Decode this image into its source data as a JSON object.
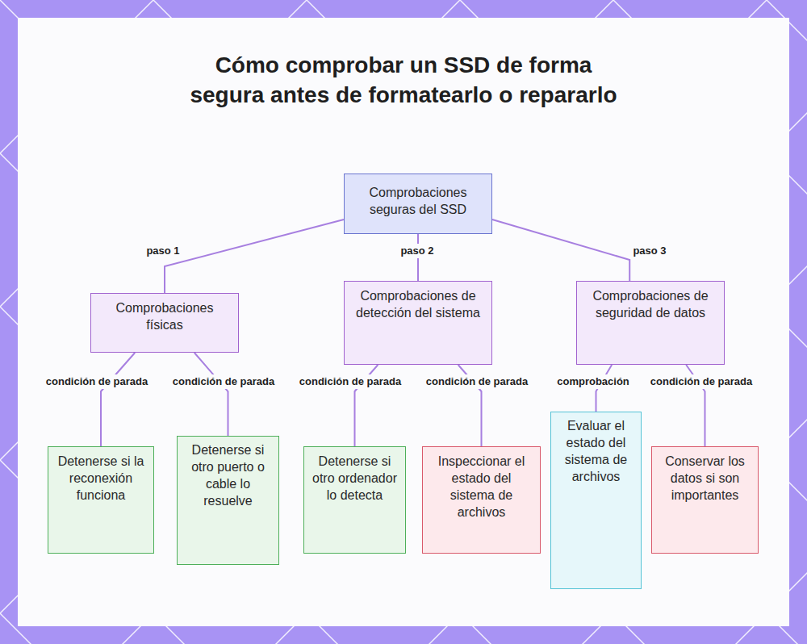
{
  "diagram": {
    "title": "Cómo comprobar un SSD de forma segura antes de formatearlo o repararlo",
    "nodes": [
      {
        "text": [
          "Comprobaciones seguras del SSD"
        ]
      },
      {
        "text": [
          "Comprobaciones físicas"
        ]
      },
      {
        "text": [
          "Comprobaciones de detección del sistema"
        ]
      },
      {
        "text": [
          "Comprobaciones de seguridad de datos"
        ]
      },
      {
        "text": [
          "Detenerse si la reconexión funciona"
        ]
      },
      {
        "text": [
          "Detenerse si otro puerto o cable lo resuelve"
        ]
      },
      {
        "text": [
          "Detenerse si otro ordenador lo detecta"
        ]
      },
      {
        "text": [
          "Inspeccionar el estado del sistema de archivos"
        ]
      },
      {
        "text": [
          "Evaluar el estado del sistema de archivos"
        ]
      },
      {
        "text": [
          "Conservar los datos si son importantes"
        ]
      }
    ],
    "edges": [
      {
        "from": 0,
        "to": 1,
        "label": "paso 1",
        "arrow": "none"
      },
      {
        "from": 0,
        "to": 2,
        "label": "paso 2",
        "arrow": "none"
      },
      {
        "from": 0,
        "to": 3,
        "label": "paso 3",
        "arrow": "none"
      },
      {
        "from": 1,
        "to": 4,
        "label": "condición de parada",
        "arrow": "none"
      },
      {
        "from": 1,
        "to": 5,
        "label": "condición de parada",
        "arrow": "none"
      },
      {
        "from": 2,
        "to": 6,
        "label": "condición de parada",
        "arrow": "none"
      },
      {
        "from": 2,
        "to": 7,
        "label": "condición de parada",
        "arrow": "none"
      },
      {
        "from": 3,
        "to": 8,
        "label": "comprobación",
        "arrow": "none"
      },
      {
        "from": 3,
        "to": 9,
        "label": "condición de parada",
        "arrow": "none"
      }
    ]
  }
}
